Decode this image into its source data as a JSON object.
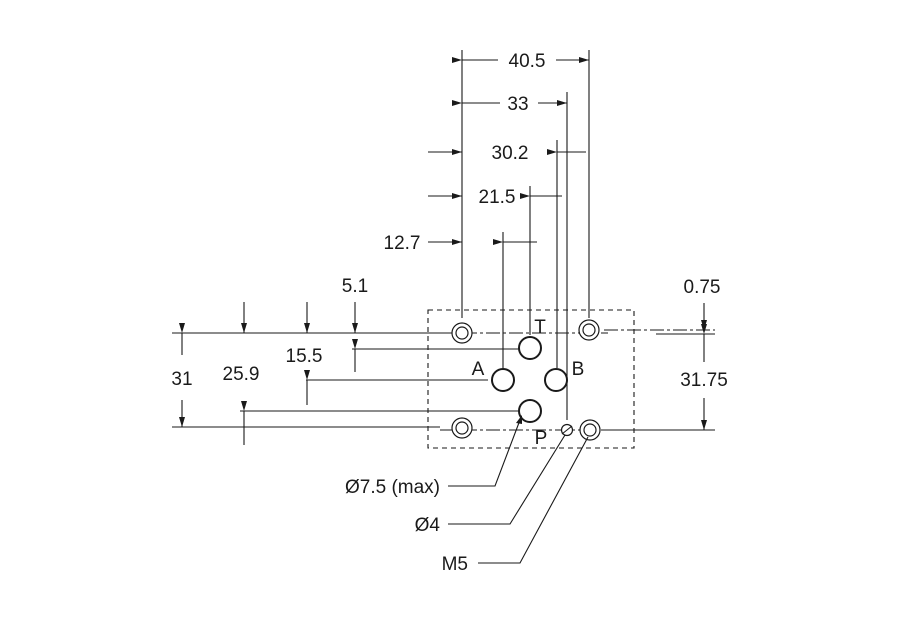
{
  "dimensions": {
    "d40_5": "40.5",
    "d33": "33",
    "d30_2": "30.2",
    "d21_5": "21.5",
    "d12_7": "12.7",
    "d5_1": "5.1",
    "d0_75": "0.75",
    "d31": "31",
    "d25_9": "25.9",
    "d15_5": "15.5",
    "d31_75": "31.75"
  },
  "ports": {
    "T": "T",
    "A": "A",
    "B": "B",
    "P": "P"
  },
  "callouts": {
    "port_diameter": "Ø7.5 (max)",
    "pin_diameter": "Ø4",
    "thread": "M5"
  }
}
